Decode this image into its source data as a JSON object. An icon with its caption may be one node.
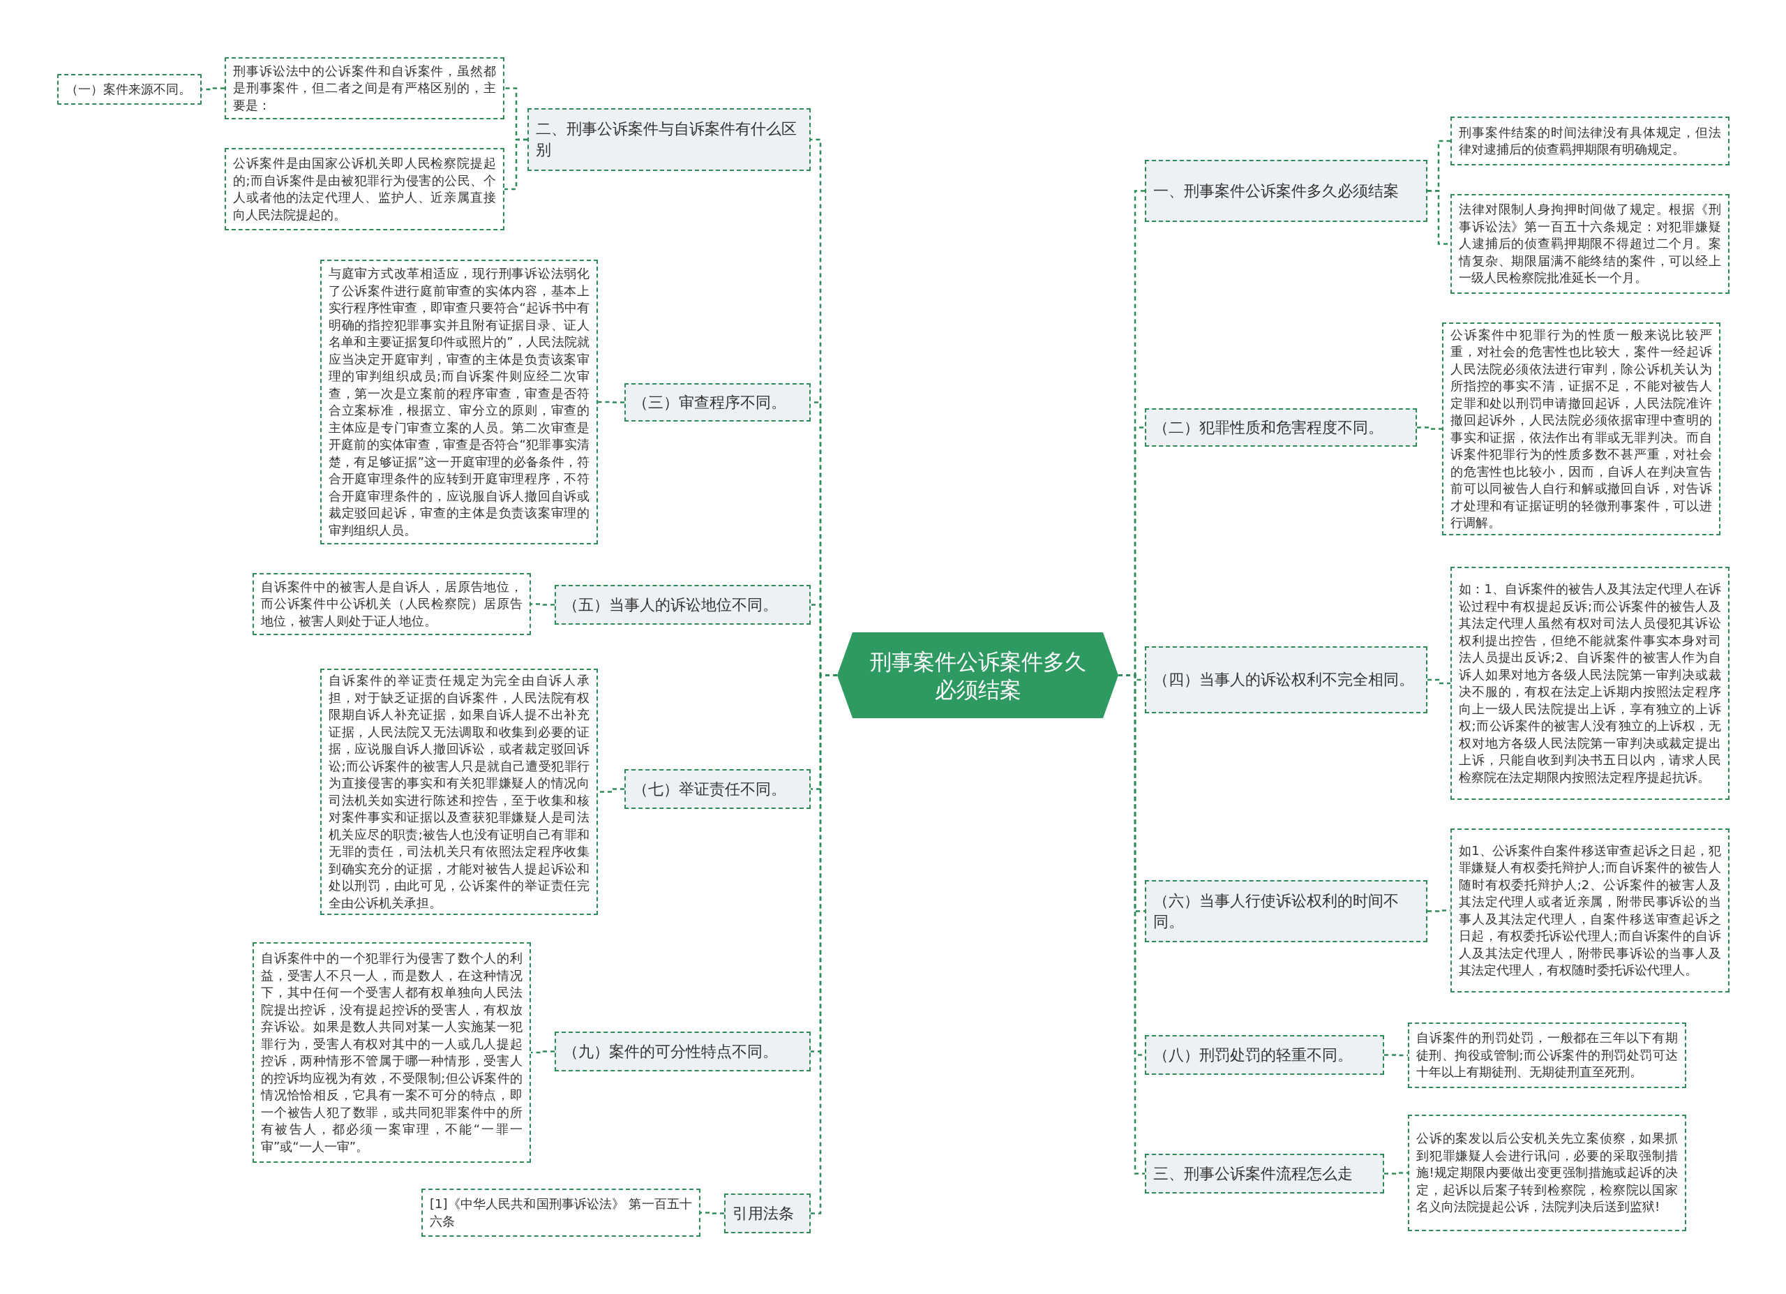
{
  "diagram": {
    "nodes": [
      {
        "text": [
          "刑事案件公诉案件多久必须结案"
        ]
      },
      {
        "text": [
          "二、刑事公诉案件与自诉案件有什么区别"
        ]
      },
      {
        "text": [
          "刑事诉讼法中的公诉案件和自诉案件，虽然都是刑事案件，但二者之间是有严格区别的，主要是："
        ]
      },
      {
        "text": [
          "（一）案件来源不同。"
        ]
      },
      {
        "text": [
          "公诉案件是由国家公诉机关即人民检察院提起的;而自诉案件是由被犯罪行为侵害的公民、个人或者他的法定代理人、监护人、近亲属直接向人民法院提起的。"
        ]
      },
      {
        "text": [
          "（三）审查程序不同。"
        ]
      },
      {
        "text": [
          "与庭审方式改革相适应，现行刑事诉讼法弱化了公诉案件进行庭前审查的实体内容，基本上实行程序性审查，即审查只要符合“起诉书中有明确的指控犯罪事实并且附有证据目录、证人名单和主要证据复印件或照片的”，人民法院就应当决定开庭审判，审查的主体是负责该案审理的审判组织成员;而自诉案件则应经二次审查，第一次是立案前的程序审查，审查是否符合立案标准，根据立、审分立的原则，审查的主体应是专门审查立案的人员。第二次审查是开庭前的实体审查，审查是否符合“犯罪事实清楚，有足够证据”这一开庭审理的必备条件，符合开庭审理条件的应转到开庭审理程序，不符合开庭审理条件的，应说服自诉人撤回自诉或裁定驳回起诉，审查的主体是负责该案审理的审判组织人员。"
        ]
      },
      {
        "text": [
          "（五）当事人的诉讼地位不同。"
        ]
      },
      {
        "text": [
          "自诉案件中的被害人是自诉人，居原告地位，而公诉案件中公诉机关（人民检察院）居原告地位，被害人则处于证人地位。"
        ]
      },
      {
        "text": [
          "（七）举证责任不同。"
        ]
      },
      {
        "text": [
          "自诉案件的举证责任规定为完全由自诉人承担，对于缺乏证据的自诉案件，人民法院有权限期自诉人补充证据，如果自诉人提不出补充证据，人民法院又无法调取和收集到必要的证据，应说服自诉人撤回诉讼，或者裁定驳回诉讼;而公诉案件的被害人只是就自己遭受犯罪行为直接侵害的事实和有关犯罪嫌疑人的情况向司法机关如实进行陈述和控告，至于收集和核对案件事实和证据以及查获犯罪嫌疑人是司法机关应尽的职责;被告人也没有证明自己有罪和无罪的责任，司法机关只有依照法定程序收集到确实充分的证据，才能对被告人提起诉讼和处以刑罚，由此可见，公诉案件的举证责任完全由公诉机关承担。"
        ]
      },
      {
        "text": [
          "（九）案件的可分性特点不同。"
        ]
      },
      {
        "text": [
          "自诉案件中的一个犯罪行为侵害了数个人的利益，受害人不只一人，而是数人，在这种情况下，其中任何一个受害人都有权单独向人民法院提出控诉，没有提起控诉的受害人，有权放弃诉讼。如果是数人共同对某一人实施某一犯罪行为，受害人有权对其中的一人或几人提起控诉，两种情形不管属于哪一种情形，受害人的控诉均应视为有效，不受限制;但公诉案件的情况恰恰相反，它具有一案不可分的特点，即一个被告人犯了数罪，或共同犯罪案件中的所有被告人，都必须一案审理，不能“一罪一审”或“一人一审”。"
        ]
      },
      {
        "text": [
          "引用法条"
        ]
      },
      {
        "text": [
          "[1]《中华人民共和国刑事诉讼法》 第一百五十六条"
        ]
      },
      {
        "text": [
          "一、刑事案件公诉案件多久必须结案"
        ]
      },
      {
        "text": [
          "刑事案件结案的时间法律没有具体规定，但法律对逮捕后的侦查羁押期限有明确规定。"
        ]
      },
      {
        "text": [
          "法律对限制人身拘押时间做了规定。根据《刑事诉讼法》第一百五十六条规定：对犯罪嫌疑人逮捕后的侦查羁押期限不得超过二个月。案情复杂、期限届满不能终结的案件，可以经上一级人民检察院批准延长一个月。"
        ]
      },
      {
        "text": [
          "（二）犯罪性质和危害程度不同。"
        ]
      },
      {
        "text": [
          "公诉案件中犯罪行为的性质一般来说比较严重，对社会的危害性也比较大，案件一经起诉人民法院必须依法进行审判，除公诉机关认为所指控的事实不清，证据不足，不能对被告人定罪和处以刑罚申请撤回起诉，人民法院准许撤回起诉外，人民法院必须依据审理中查明的事实和证据，依法作出有罪或无罪判决。而自诉案件犯罪行为的性质多数不甚严重，对社会的危害性也比较小，因而，自诉人在判决宣告前可以同被告人自行和解或撤回自诉，对告诉才处理和有证据证明的轻微刑事案件，可以进行调解。"
        ]
      },
      {
        "text": [
          "（四）当事人的诉讼权利不完全相同。"
        ]
      },
      {
        "text": [
          "如：1、自诉案件的被告人及其法定代理人在诉讼过程中有权提起反诉;而公诉案件的被告人及其法定代理人虽然有权对司法人员侵犯其诉讼权利提出控告，但绝不能就案件事实本身对司法人员提出反诉;2、自诉案件的被害人作为自诉人如果对地方各级人民法院第一审判决或裁决不服的，有权在法定上诉期内按照法定程序向上一级人民法院提出上诉，享有独立的上诉权;而公诉案件的被害人没有独立的上诉权，无权对地方各级人民法院第一审判决或裁定提出上诉，只能自收到判决书五日以内，请求人民检察院在法定期限内按照法定程序提起抗诉。"
        ]
      },
      {
        "text": [
          "（六）当事人行使诉讼权利的时间不同。"
        ]
      },
      {
        "text": [
          "如1、公诉案件自案件移送审查起诉之日起，犯罪嫌疑人有权委托辩护人;而自诉案件的被告人随时有权委托辩护人;2、公诉案件的被害人及其法定代理人或者近亲属，附带民事诉讼的当事人及其法定代理人，自案件移送审查起诉之日起，有权委托诉讼代理人;而自诉案件的自诉人及其法定代理人，附带民事诉讼的当事人及其法定代理人，有权随时委托诉讼代理人。"
        ]
      },
      {
        "text": [
          "（八）刑罚处罚的轻重不同。"
        ]
      },
      {
        "text": [
          "自诉案件的刑罚处罚，一般都在三年以下有期徒刑、拘役或管制;而公诉案件的刑罚处罚可达十年以上有期徒刑、无期徒刑直至死刑。"
        ]
      },
      {
        "text": [
          "三、刑事公诉案件流程怎么走"
        ]
      },
      {
        "text": [
          "公诉的案发以后公安机关先立案侦察，如果抓到犯罪嫌疑人会进行讯问，必要的采取强制措施!规定期限内要做出变更强制措施或起诉的决定，起诉以后案子转到检察院，检察院以国家名义向法院提起公诉，法院判决后送到监狱!"
        ]
      }
    ],
    "edges": [
      {
        "from": 0,
        "to": 1,
        "arrow": "none",
        "style": "dashed"
      },
      {
        "from": 1,
        "to": 2,
        "arrow": "none",
        "style": "dashed"
      },
      {
        "from": 2,
        "to": 3,
        "arrow": "none",
        "style": "dashed"
      },
      {
        "from": 1,
        "to": 4,
        "arrow": "none",
        "style": "dashed"
      },
      {
        "from": 0,
        "to": 5,
        "arrow": "none",
        "style": "dashed"
      },
      {
        "from": 5,
        "to": 6,
        "arrow": "none",
        "style": "dashed"
      },
      {
        "from": 0,
        "to": 7,
        "arrow": "none",
        "style": "dashed"
      },
      {
        "from": 7,
        "to": 8,
        "arrow": "none",
        "style": "dashed"
      },
      {
        "from": 0,
        "to": 9,
        "arrow": "none",
        "style": "dashed"
      },
      {
        "from": 9,
        "to": 10,
        "arrow": "none",
        "style": "dashed"
      },
      {
        "from": 0,
        "to": 11,
        "arrow": "none",
        "style": "dashed"
      },
      {
        "from": 11,
        "to": 12,
        "arrow": "none",
        "style": "dashed"
      },
      {
        "from": 0,
        "to": 13,
        "arrow": "none",
        "style": "dashed"
      },
      {
        "from": 13,
        "to": 14,
        "arrow": "none",
        "style": "dashed"
      },
      {
        "from": 0,
        "to": 15,
        "arrow": "none",
        "style": "dashed"
      },
      {
        "from": 15,
        "to": 16,
        "arrow": "none",
        "style": "dashed"
      },
      {
        "from": 15,
        "to": 17,
        "arrow": "none",
        "style": "dashed"
      },
      {
        "from": 0,
        "to": 18,
        "arrow": "none",
        "style": "dashed"
      },
      {
        "from": 18,
        "to": 19,
        "arrow": "none",
        "style": "dashed"
      },
      {
        "from": 0,
        "to": 20,
        "arrow": "none",
        "style": "dashed"
      },
      {
        "from": 20,
        "to": 21,
        "arrow": "none",
        "style": "dashed"
      },
      {
        "from": 0,
        "to": 22,
        "arrow": "none",
        "style": "dashed"
      },
      {
        "from": 22,
        "to": 23,
        "arrow": "none",
        "style": "dashed"
      },
      {
        "from": 0,
        "to": 24,
        "arrow": "none",
        "style": "dashed"
      },
      {
        "from": 24,
        "to": 25,
        "arrow": "none",
        "style": "dashed"
      },
      {
        "from": 0,
        "to": 26,
        "arrow": "none",
        "style": "dashed"
      },
      {
        "from": 26,
        "to": 27,
        "arrow": "none",
        "style": "dashed"
      }
    ]
  }
}
